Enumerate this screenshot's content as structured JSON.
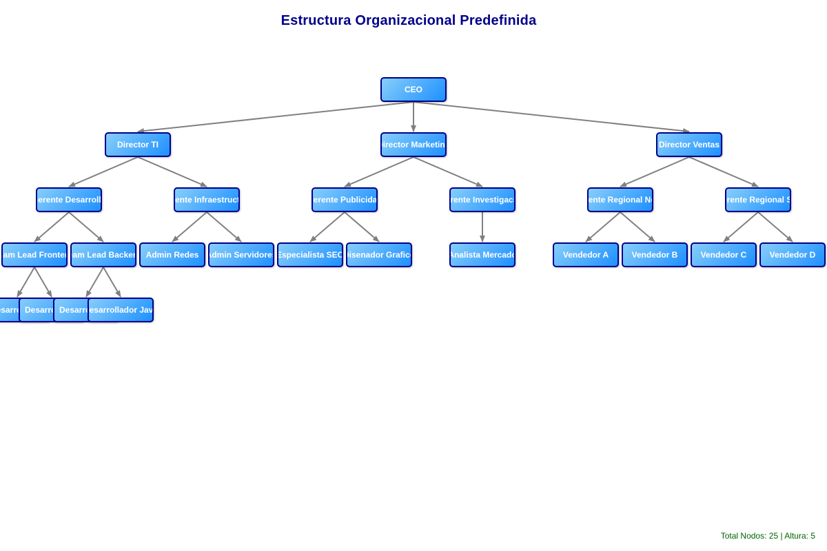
{
  "title": "Estructura Organizacional Predefinida",
  "footer": {
    "total_label": "Total Nodos:",
    "total_value": "25",
    "separator": "|",
    "height_label": "Altura:",
    "height_value": "5"
  },
  "colors": {
    "title": "#00008b",
    "node_border": "#00008b",
    "node_fill_light": "#87cefa",
    "node_fill_dark": "#1e90ff",
    "node_text": "#ffffff",
    "edge": "#808080",
    "footer_text": "#006400"
  },
  "tree": {
    "label": "CEO",
    "children": [
      {
        "label": "Director TI",
        "children": [
          {
            "label": "Gerente Desarrollo",
            "children": [
              {
                "label": "Team Lead Frontend",
                "children": [
                  {
                    "label": "Desarrollador",
                    "children": []
                  },
                  {
                    "label": "Desarrollador",
                    "children": []
                  }
                ]
              },
              {
                "label": "Team Lead Backend",
                "children": [
                  {
                    "label": "Desarrollador",
                    "children": []
                  },
                  {
                    "label": "Desarrollador Java",
                    "children": []
                  }
                ]
              }
            ]
          },
          {
            "label": "Gerente Infraestructura",
            "children": [
              {
                "label": "Admin Redes",
                "children": []
              },
              {
                "label": "Admin Servidores",
                "children": []
              }
            ]
          }
        ]
      },
      {
        "label": "Director Marketing",
        "children": [
          {
            "label": "Gerente Publicidad",
            "children": [
              {
                "label": "Especialista SEO",
                "children": []
              },
              {
                "label": "Disenador Grafico",
                "children": []
              }
            ]
          },
          {
            "label": "Gerente Investigacion",
            "children": [
              {
                "label": "Analista Mercado",
                "children": []
              }
            ]
          }
        ]
      },
      {
        "label": "Director Ventas",
        "children": [
          {
            "label": "Gerente Regional Norte",
            "children": [
              {
                "label": "Vendedor A",
                "children": []
              },
              {
                "label": "Vendedor B",
                "children": []
              }
            ]
          },
          {
            "label": "Gerente Regional Sur",
            "children": [
              {
                "label": "Vendedor C",
                "children": []
              },
              {
                "label": "Vendedor D",
                "children": []
              }
            ]
          }
        ]
      }
    ]
  }
}
